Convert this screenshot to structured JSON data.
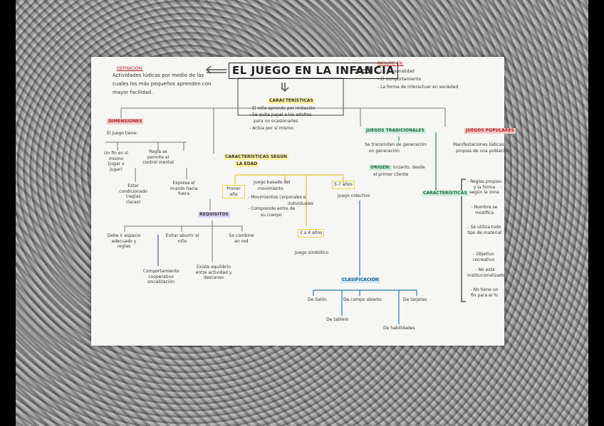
{
  "title": "EL JUEGO EN LA INFANCIA",
  "definicion": {
    "label": "DEFINICIÓN:",
    "line1": "Actividades lúdicas por medio de las",
    "line2": "cuales los más pequeños aprenden con",
    "line3": "mayor facilidad."
  },
  "influye": {
    "label": "INFLUYE EN:",
    "items": [
      "- La personalidad",
      "- El comportamiento",
      "- La forma de interactuar en sociedad"
    ]
  },
  "caracteristicas": {
    "label": "CARACTERÍSTICAS",
    "items": [
      "- El niño aprende por imitación",
      "- Se quita papel a los adultos",
      "para no ocasionarles",
      "- Actúa por sí mismo"
    ]
  },
  "dimensiones": {
    "label": "DIMENSIONES",
    "sub": "El juego tiene:",
    "items": [
      "Un fin en sí mismo (jugar x jugar)",
      "Regla se permite el control mental",
      "Estar condicionado (reglas claras)",
      "Expresa el mundo hacia fuera"
    ]
  },
  "requisitos": {
    "label": "REQUISITOS",
    "items": [
      "Debe ir espacio adecuado y reglas",
      "Evitar aburrir al niño",
      "Se combine en red",
      "Comportamiento cooperativo socialización",
      "Existe equilibrio entre actividad y descanso"
    ]
  },
  "edad": {
    "label1": "CARACTERÍSTICAS SEGÚN",
    "label2": "LA EDAD",
    "primer_anio": "Primer año",
    "primer_anio_desc": [
      "Juego basado del",
      "movimiento",
      "- Movimientos corporales e",
      "individuales",
      "- Comprende entre de",
      "su cuerpo"
    ],
    "cinco_siete": "5-7 años",
    "cinco_siete_desc": "Juego colectivo",
    "dos_cuatro": "2 a 4 años",
    "dos_cuatro_desc": "Juego simbólico"
  },
  "clasificacion": {
    "label": "CLASIFICACIÓN",
    "items": [
      "De Salón",
      "De campo abierto",
      "De tarjetas",
      "De tablero",
      "De habilidades"
    ]
  },
  "juegos_tradicionales": {
    "label": "JUEGOS TRADICIONALES",
    "desc1": "Se transmiten de generación",
    "desc2": "en generación",
    "origen_label": "ORIGEN:",
    "origen_desc1": "Incierto, desde",
    "origen_desc2": "el primer cliente",
    "car_label": "CARACTERÍSTICAS",
    "car_items": [
      "- Reglas propias y la forma según la zona",
      "- Nombre se modifica",
      "- Se utiliza todo tipo de material",
      "- Objetivo recreativo",
      "- No está institucionalizado",
      "- No tiene un fin para el %"
    ]
  },
  "juegos_populares": {
    "label": "JUEGOS POPULARES",
    "desc1": "Manifestaciones lúdicas",
    "desc2": "propias de una población"
  }
}
